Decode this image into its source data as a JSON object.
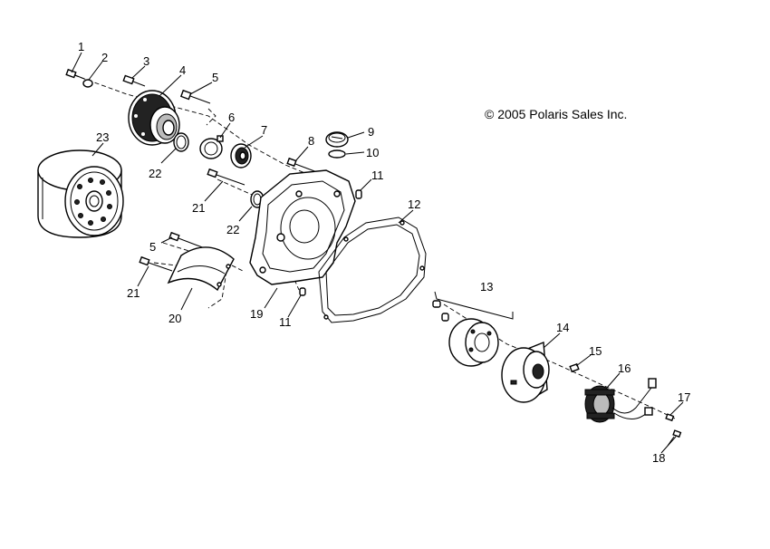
{
  "copyright": "© 2005 Polaris Sales Inc.",
  "callouts": {
    "c1": "1",
    "c2": "2",
    "c3": "3",
    "c4": "4",
    "c5a": "5",
    "c5b": "5",
    "c6": "6",
    "c7": "7",
    "c8": "8",
    "c9": "9",
    "c10": "10",
    "c11a": "11",
    "c11b": "11",
    "c12": "12",
    "c13": "13",
    "c14": "14",
    "c15": "15",
    "c16": "16",
    "c17": "17",
    "c18": "18",
    "c19": "19",
    "c20": "20",
    "c21a": "21",
    "c21b": "21",
    "c22a": "22",
    "c22b": "22",
    "c23": "23"
  }
}
